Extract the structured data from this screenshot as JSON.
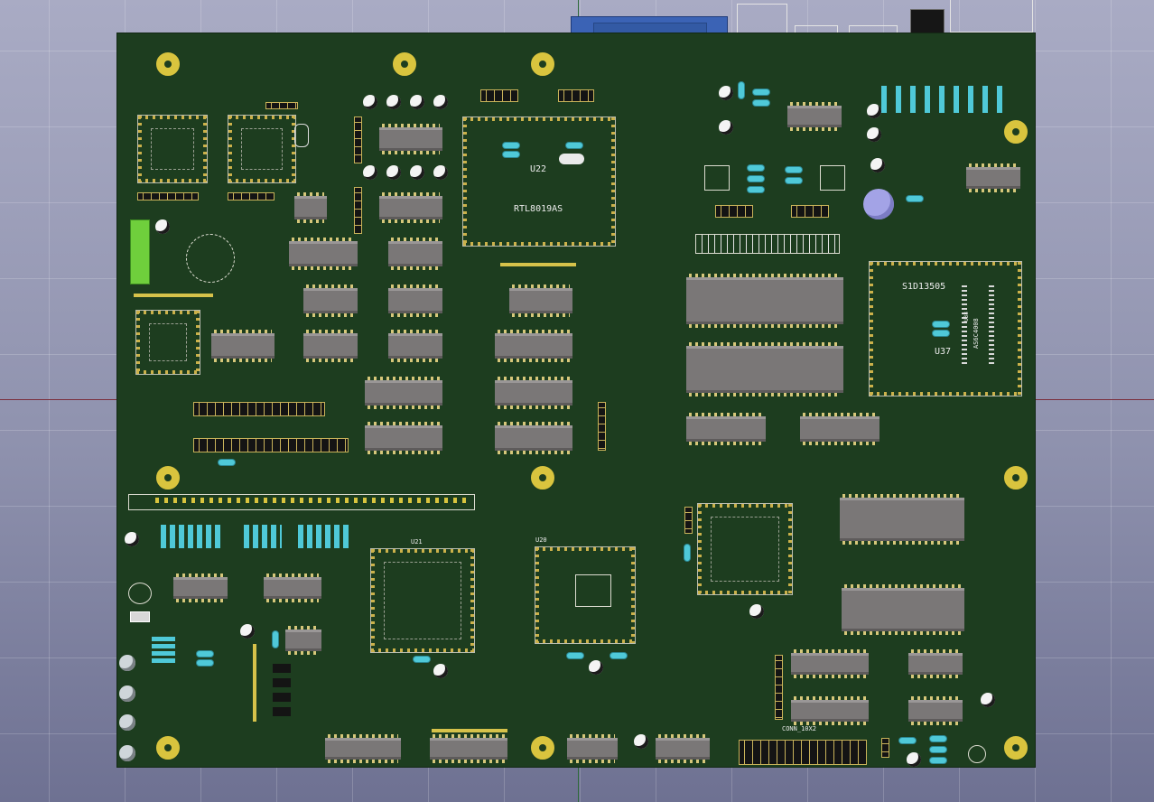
{
  "viewer": {
    "background_gradient": [
      "#a9abc4",
      "#6e7192"
    ],
    "grid_color": "#ffffff",
    "board_color": "#1d3d1f",
    "pad_color": "#d9c43e",
    "resistor_color": "#4fc9d8"
  },
  "silkscreen": {
    "u22_ref": "U22",
    "u22_value": "RTL8019AS",
    "u37_value": "S1D13505",
    "u37_ref": "U37",
    "u38_value": "AS6C4008",
    "u38_ref": "U38",
    "conn_label": "CONN_10X2",
    "u20_ref": "U20",
    "u21_ref": "U21"
  }
}
